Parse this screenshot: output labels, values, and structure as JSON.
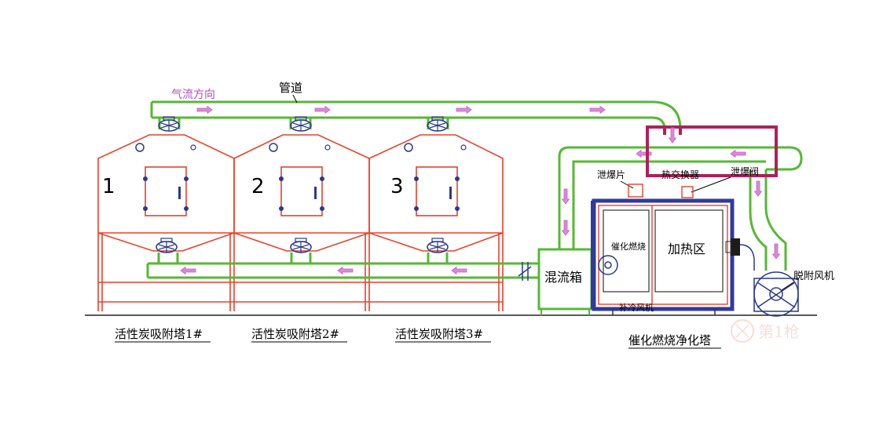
{
  "labels": {
    "airflow": "气流方向",
    "pipe": "管道",
    "tower_numbers": [
      "1",
      "2",
      "3"
    ],
    "tower_captions": [
      "活性炭吸附塔1#",
      "活性炭吸附塔2#",
      "活性炭吸附塔3#"
    ],
    "explosion_disc": "泄爆片",
    "heat_exchanger": "热交换器",
    "explosion_valve": "泄爆阀",
    "catalytic_combustion": "催化燃烧",
    "heating_zone": "加热区",
    "mixing_box": "混流箱",
    "desorption_fan": "脱附风机",
    "cooling_fan": "补冷风机",
    "purifier_caption": "催化燃烧净化塔",
    "watermark": "第1枪"
  },
  "colors": {
    "tower": "#e8412a",
    "pipe": "#55b934",
    "heat_exchanger": "#b0205a",
    "furnace_outer": "#2f3a9e",
    "fan": "#2a3a8c",
    "flow_arrow": "#c55cc4",
    "label_purple": "#b24bb8",
    "mixing_box": "#55b934",
    "ground": "#222222",
    "watermark": "#f2d4ce"
  }
}
